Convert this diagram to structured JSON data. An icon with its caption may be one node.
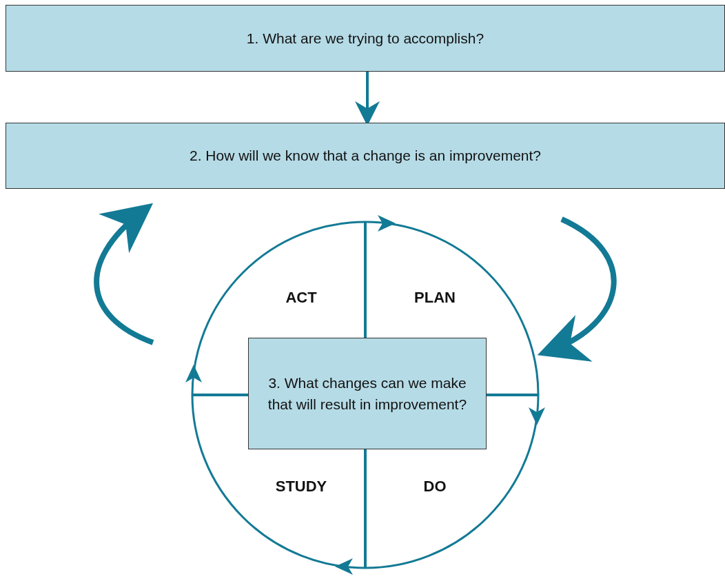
{
  "diagram": {
    "nodes": [
      {
        "text": [
          "1. What are we trying to accomplish?"
        ]
      },
      {
        "text": [
          "2. How will we know that a change is an improvement?"
        ]
      },
      {
        "text": [
          "ACT",
          "PLAN",
          "STUDY",
          "DO"
        ]
      },
      {
        "text": [
          "3. What changes can we make that will result in improvement?"
        ],
        "in": 2
      }
    ],
    "edges": [
      {
        "from": 0,
        "to": 1,
        "arrow": "to"
      },
      {
        "from": 1,
        "to": 2,
        "arrow": "to"
      },
      {
        "from": 2,
        "to": 1,
        "arrow": "to"
      }
    ]
  }
}
